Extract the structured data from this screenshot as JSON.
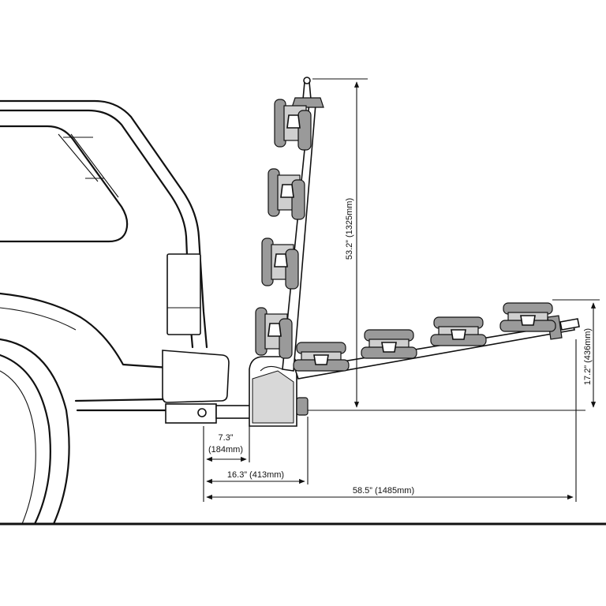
{
  "dimensions": {
    "vertical_height": "53.2” (1325mm)",
    "tilt_height": "17.2” (436mm)",
    "hitch_offset_in": "7.3”",
    "hitch_offset_mm": "(184mm)",
    "mast_offset": "16.3” (413mm)",
    "total_length": "58.5” (1485mm)"
  }
}
